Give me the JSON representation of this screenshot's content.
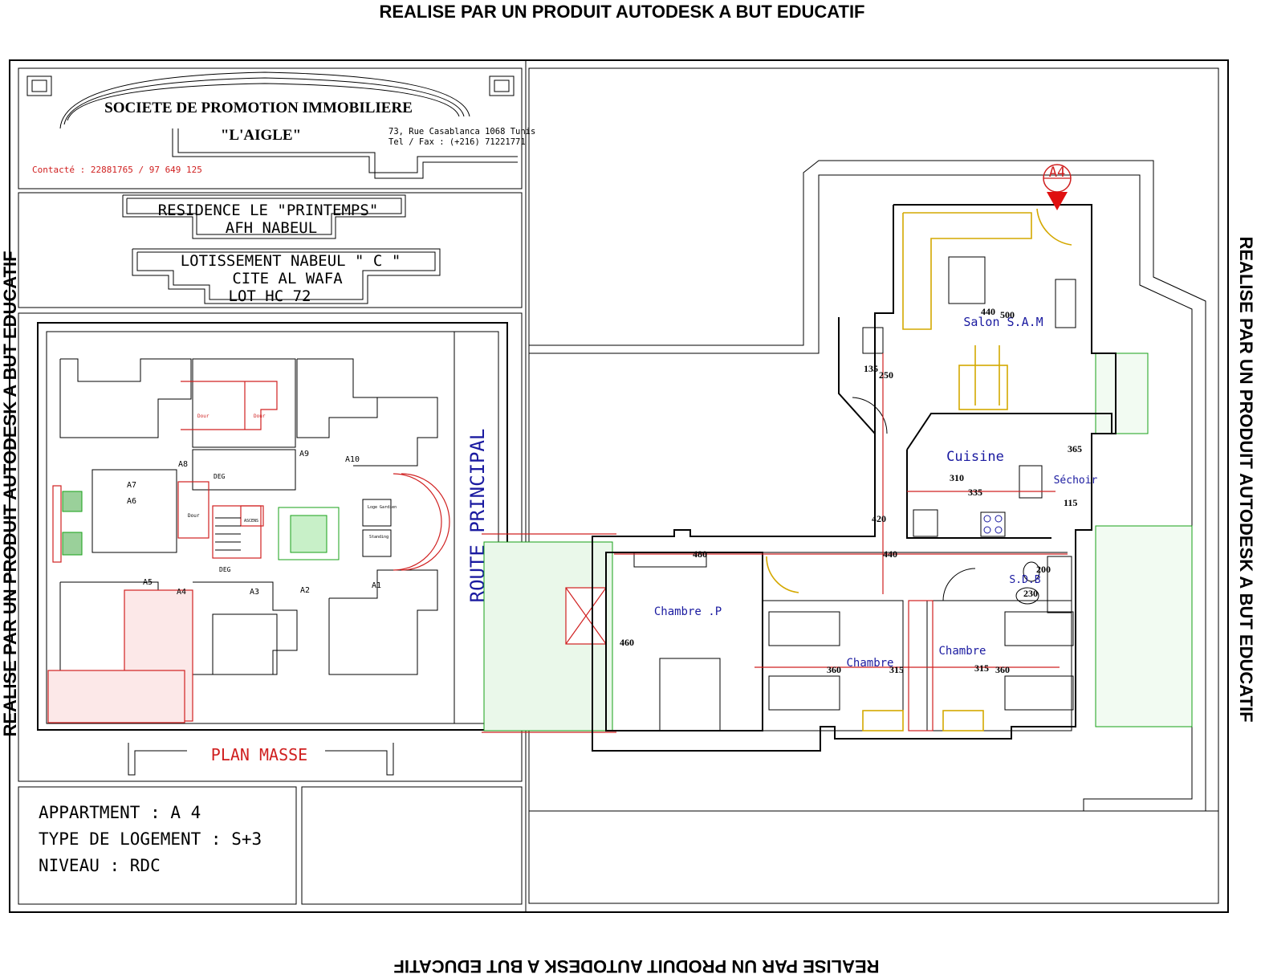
{
  "watermark": "REALISE PAR UN PRODUIT AUTODESK A BUT EDUCATIF",
  "title_block": {
    "company": "SOCIETE DE PROMOTION IMMOBILIERE",
    "company_name": "\"L'AIGLE\"",
    "address": "73, Rue Casablanca 1068 Tunis",
    "phone": "Tel / Fax : (+216) 71221771",
    "contact": "Contacté : 22881765 / 97 649 125",
    "residence": "RESIDENCE LE \"PRINTEMPS\"",
    "residence_sub": "AFH NABEUL",
    "lot_line1": "LOTISSEMENT  NABEUL \" C \"",
    "lot_line2": "CITE  AL  WAFA",
    "lot_line3": "LOT HC 72"
  },
  "site_plan": {
    "label": "PLAN MASSE",
    "road": "ROUTE PRINCIPAL",
    "apartments": [
      "A1",
      "A2",
      "A3",
      "A4",
      "A5",
      "A6",
      "A7",
      "A8",
      "A9",
      "A10"
    ],
    "small_labels": [
      "DEG",
      "DEG",
      "Dour",
      "Dour",
      "Dour",
      "Loge Gardien",
      "Standing",
      "ASCENS"
    ]
  },
  "info": {
    "line1": "APPARTMENT : A 4",
    "line2": "TYPE DE LOGEMENT : S+3",
    "line3": "NIVEAU : RDC"
  },
  "floor_plan": {
    "tag": "A4",
    "rooms": {
      "salon": "Salon S.A.M",
      "cuisine": "Cuisine",
      "sechoir": "Séchoir",
      "sdb": "S.D.B",
      "chambre_p": "Chambre .P",
      "chambre_1": "Chambre",
      "chambre_2": "Chambre"
    },
    "dims": {
      "d440a": "440",
      "d500": "500",
      "d135": "135",
      "d250": "250",
      "d365": "365",
      "d310": "310",
      "d335": "335",
      "d115": "115",
      "d420": "420",
      "d480": "480",
      "d440b": "440",
      "d200": "200",
      "d230": "230",
      "d460": "460",
      "d360a": "360",
      "d315a": "315",
      "d315b": "315",
      "d360b": "360"
    }
  },
  "colors": {
    "line": "#000000",
    "red": "#d02020",
    "yellow": "#d4a800",
    "green": "#17a017",
    "blue": "#1a1aa0"
  }
}
